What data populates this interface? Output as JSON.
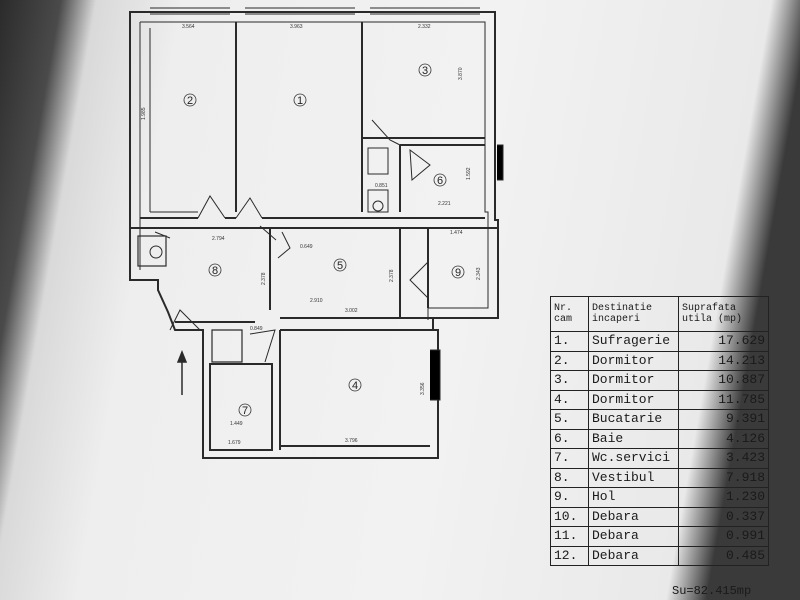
{
  "rooms": [
    "1",
    "2",
    "3",
    "4",
    "5",
    "6",
    "7",
    "8",
    "9"
  ],
  "dimensions": [
    "3.564",
    "3.963",
    "2.332",
    "1.985",
    "3.870",
    "1.592",
    "2.221",
    "0.851",
    "2.794",
    "0.649",
    "2.378",
    "3.002",
    "2.378",
    "1.474",
    "2.343",
    "3.356",
    "2.910",
    "3.796",
    "1.679",
    "0.849",
    "1.449"
  ],
  "legend": {
    "header": {
      "nr": "Nr. cam",
      "dest": "Destinatie incaperi",
      "supr": "Suprafata utila (mp)"
    },
    "rows": [
      {
        "nr": "1.",
        "name": "Sufragerie",
        "area": "17.629"
      },
      {
        "nr": "2.",
        "name": "Dormitor",
        "area": "14.213"
      },
      {
        "nr": "3.",
        "name": "Dormitor",
        "area": "10.887"
      },
      {
        "nr": "4.",
        "name": "Dormitor",
        "area": "11.785"
      },
      {
        "nr": "5.",
        "name": "Bucatarie",
        "area": "9.391"
      },
      {
        "nr": "6.",
        "name": "Baie",
        "area": "4.126"
      },
      {
        "nr": "7.",
        "name": "Wc.servici",
        "area": "3.423"
      },
      {
        "nr": "8.",
        "name": "Vestibul",
        "area": "7.918"
      },
      {
        "nr": "9.",
        "name": "Hol",
        "area": "1.230"
      },
      {
        "nr": "10.",
        "name": "Debara",
        "area": "0.337"
      },
      {
        "nr": "11.",
        "name": "Debara",
        "area": "0.991"
      },
      {
        "nr": "12.",
        "name": "Debara",
        "area": "0.485"
      }
    ],
    "total": "Su=82.415mp"
  }
}
